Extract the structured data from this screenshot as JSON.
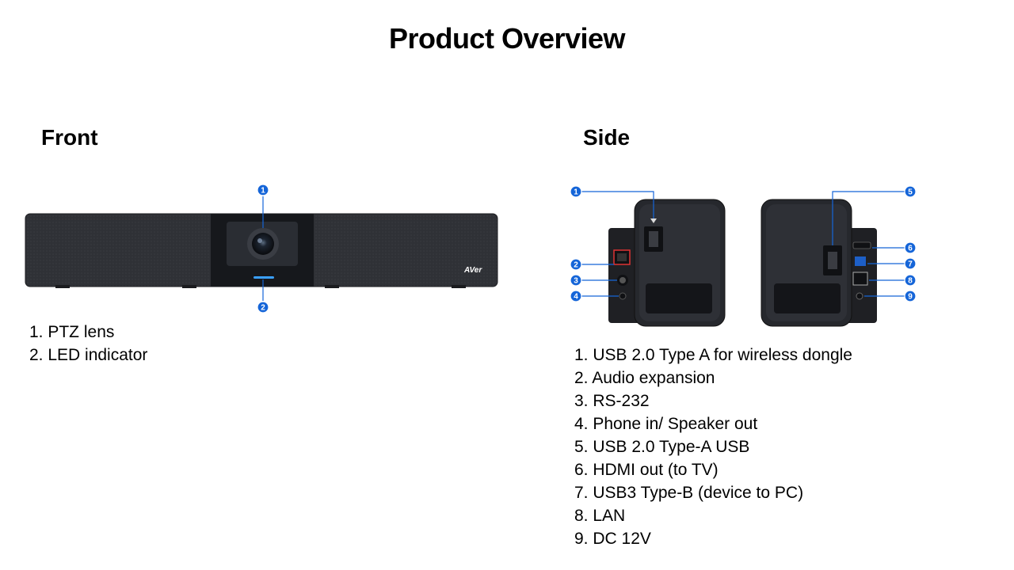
{
  "page": {
    "title": "Product Overview"
  },
  "front": {
    "heading": "Front",
    "brand_logo": "AVer",
    "callouts": [
      "1",
      "2"
    ],
    "items": [
      "1. PTZ lens",
      "2. LED indicator"
    ]
  },
  "side": {
    "heading": "Side",
    "callouts": [
      "1",
      "2",
      "3",
      "4",
      "5",
      "6",
      "7",
      "8",
      "9"
    ],
    "items": [
      "1. USB 2.0 Type A for wireless dongle",
      "2. Audio expansion",
      "3. RS-232",
      "4. Phone in/ Speaker out",
      "5. USB 2.0 Type-A USB",
      "6. HDMI out (to TV)",
      "7. USB3 Type-B (device to PC)",
      "8. LAN",
      "9. DC 12V"
    ]
  },
  "colors": {
    "callout": "#1565d8",
    "device_body": "#2a2c31",
    "led": "#3aa0ff"
  }
}
